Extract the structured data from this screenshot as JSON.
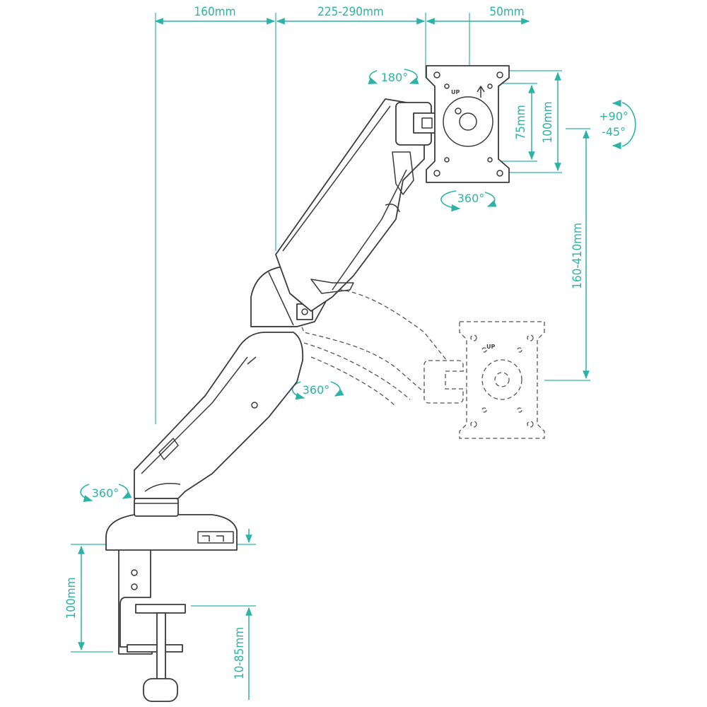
{
  "dimensions": {
    "arm_base": "160mm",
    "arm_reach": "225-290mm",
    "plate_offset": "50mm",
    "vesa_small": "75mm",
    "vesa_large": "100mm",
    "height_range": "160-410mm",
    "clamp_height": "100mm",
    "desk_thickness": "10-85mm"
  },
  "rotations": {
    "head_swivel": "180°",
    "tilt_up": "+90°",
    "tilt_down": "-45°",
    "plate_rotation": "360°",
    "elbow_rotation": "360°",
    "base_rotation": "360°"
  },
  "plate_markings": {
    "upper": "UP",
    "lower": "UP"
  },
  "colors": {
    "dimension_lines": "#2bb3a7",
    "outline": "#3a3a3a"
  }
}
